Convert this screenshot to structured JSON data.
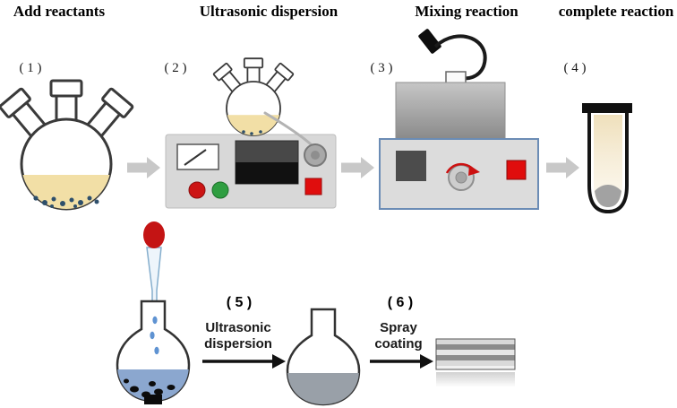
{
  "stage_titles": {
    "add_reactants": "Add reactants",
    "ultrasonic_dispersion": "Ultrasonic dispersion",
    "mixing_reaction": "Mixing reaction",
    "complete_reaction": "complete reaction"
  },
  "step_numbers": {
    "s1": "( 1 )",
    "s2": "( 2 )",
    "s3": "( 3 )",
    "s4": "( 4 )",
    "s5": "( 5 )",
    "s6": "( 6 )"
  },
  "process_labels": {
    "step5_line1": "Ultrasonic",
    "step5_line2": "dispersion",
    "step6_line1": "Spray",
    "step6_line2": "coating"
  },
  "colors": {
    "flask_liquid_yellow": "#f2dfa6",
    "reactant_particles": "#2e4f6b",
    "dropper_bulb_red": "#c41414",
    "drop_blue": "#5f93d2",
    "suspension_blue": "#8ba7cf",
    "dispersed_gray": "#99a0a8",
    "device_red_button": "#cc1414",
    "device_green_button": "#2f9e41",
    "device_red_square": "#e00d0d",
    "mixer_border_blue": "#6b8cb5",
    "mixer_arrow_red": "#cc1010",
    "tube_sediment_gray": "#a2a2a2"
  }
}
